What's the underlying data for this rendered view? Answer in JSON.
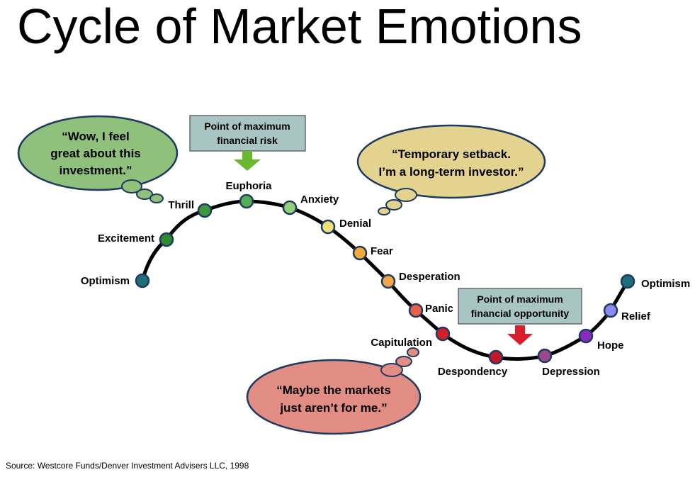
{
  "title": "Cycle of Market Emotions",
  "source": "Source: Westcore Funds/Denver Investment Advisers LLC, 1998",
  "colors": {
    "curve": "#000000",
    "node_stroke": "#1f3a5f",
    "box_fill": "#a9c5c3",
    "arrow_green": "#6ab82f",
    "arrow_red": "#d81e2a"
  },
  "stages": [
    {
      "label": "Optimism",
      "color": "#1f6e7a"
    },
    {
      "label": "Excitement",
      "color": "#2e8b2e"
    },
    {
      "label": "Thrill",
      "color": "#3c9a3c"
    },
    {
      "label": "Euphoria",
      "color": "#52b052"
    },
    {
      "label": "Anxiety",
      "color": "#93d27c"
    },
    {
      "label": "Denial",
      "color": "#f1e07a"
    },
    {
      "label": "Fear",
      "color": "#f2a83a"
    },
    {
      "label": "Desperation",
      "color": "#f0a64a"
    },
    {
      "label": "Panic",
      "color": "#e8604a"
    },
    {
      "label": "Capitulation",
      "color": "#d21f2a"
    },
    {
      "label": "Despondency",
      "color": "#c2182a"
    },
    {
      "label": "Depression",
      "color": "#9a4a8a"
    },
    {
      "label": "Hope",
      "color": "#8a2ac0"
    },
    {
      "label": "Relief",
      "color": "#8a8af0"
    },
    {
      "label": "Optimism",
      "color": "#1f6e7a"
    }
  ],
  "bubbles": [
    {
      "lines": [
        "“Wow, I feel",
        "great about this",
        "investment.”"
      ],
      "fill": "#8fc07c"
    },
    {
      "lines": [
        "“Temporary setback.",
        "I’m a long-term investor.”"
      ],
      "fill": "#e3d38e"
    },
    {
      "lines": [
        "“Maybe the markets",
        "just aren’t for me.”"
      ],
      "fill": "#e28d84"
    }
  ],
  "callouts": [
    {
      "lines": [
        "Point of maximum",
        "financial risk"
      ]
    },
    {
      "lines": [
        "Point of maximum",
        "financial opportunity"
      ]
    }
  ]
}
